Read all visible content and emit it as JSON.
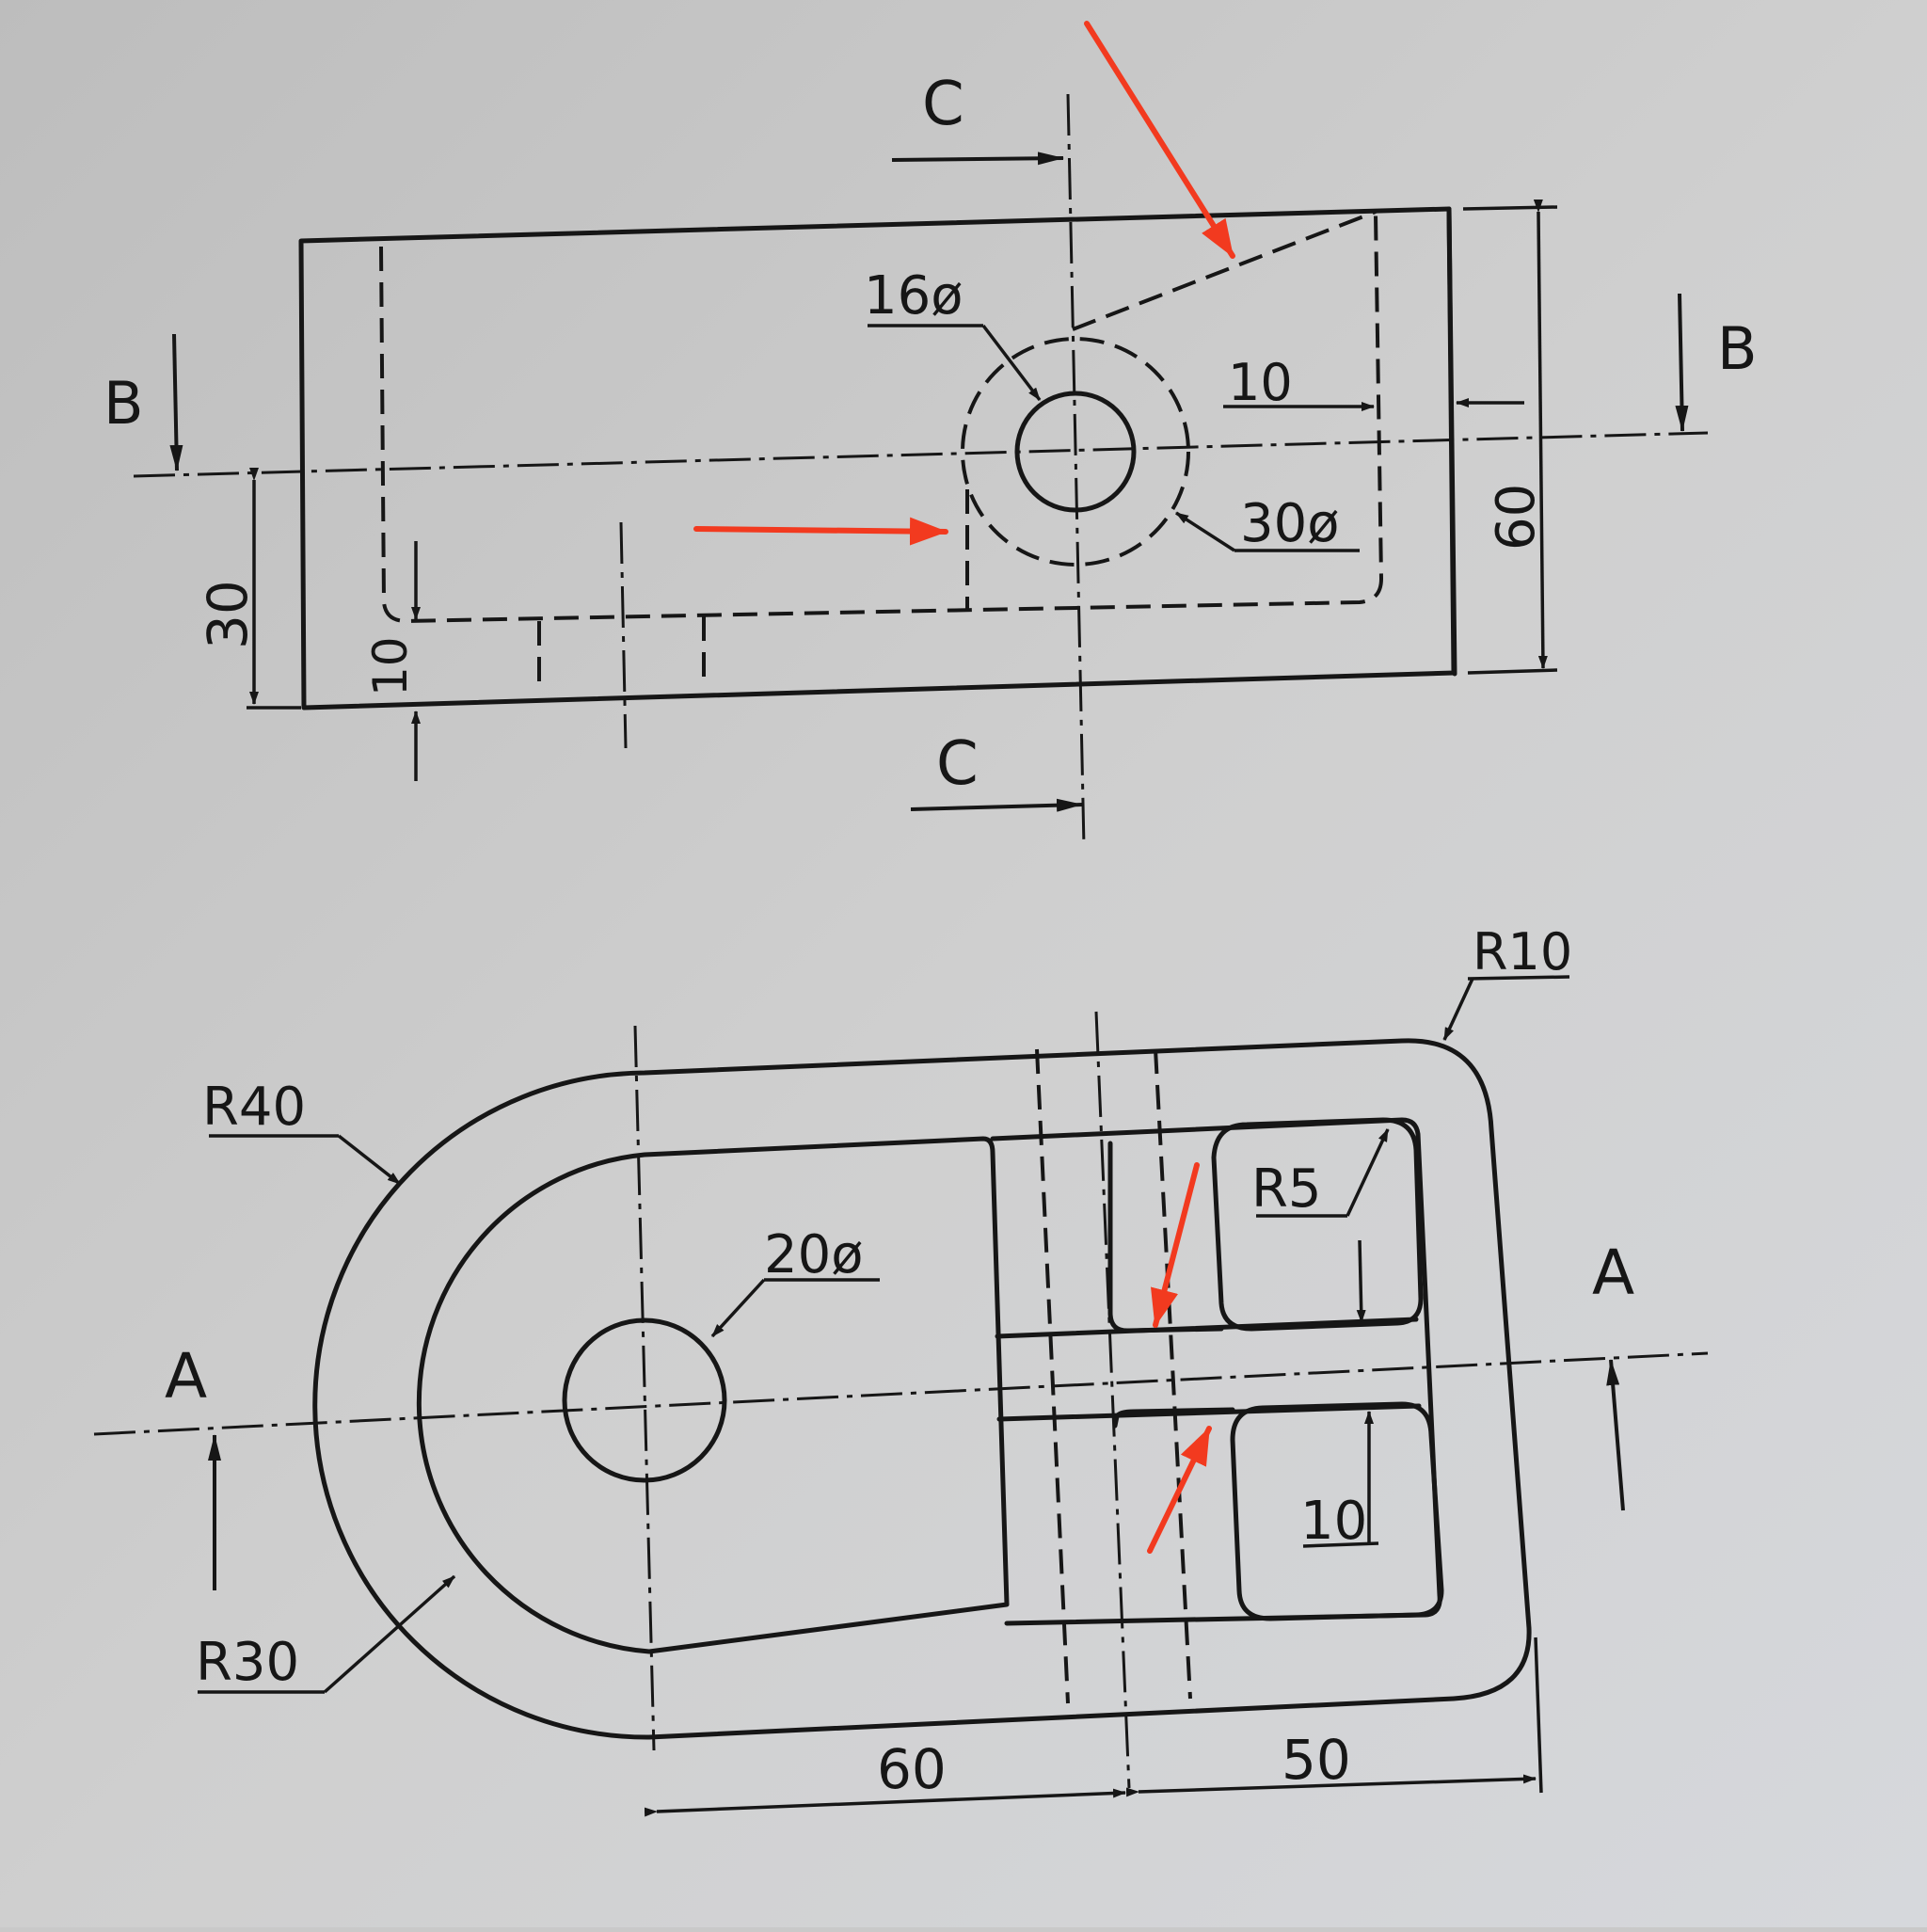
{
  "front_view": {
    "section_label_b": "B",
    "section_label_c": "C",
    "dia_16": "16ø",
    "dia_30": "30ø",
    "dim_10_wall": "10",
    "dim_60": "60",
    "dim_30": "30",
    "dim_10_bottom": "10"
  },
  "top_view": {
    "r10": "R10",
    "r40": "R40",
    "r30": "R30",
    "r5": "R5",
    "dia_20": "20ø",
    "section_label_a": "A",
    "dim_10": "10",
    "dim_60": "60",
    "dim_50": "50"
  },
  "colors": {
    "line": "#161616",
    "paper": "#c9c9c9",
    "annotation_arrow": "#f23a1f"
  }
}
